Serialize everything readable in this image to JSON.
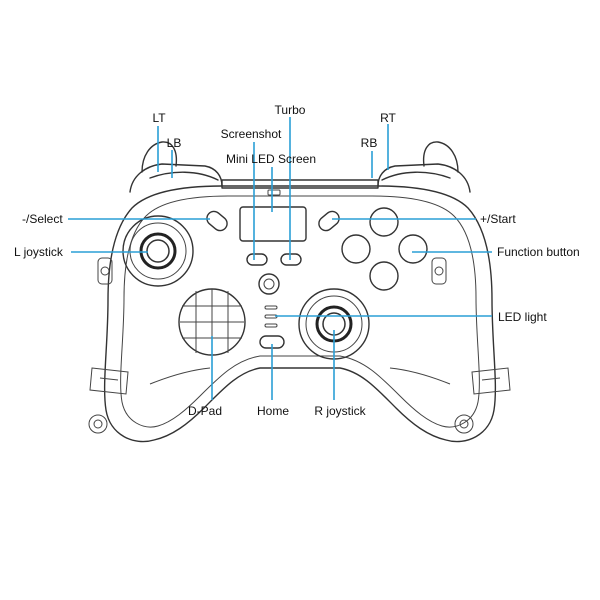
{
  "accent_color": "#2a9fd6",
  "labels": {
    "lt": "LT",
    "lb": "LB",
    "screenshot": "Screenshot",
    "turbo": "Turbo",
    "mini_led_screen": "Mini LED Screen",
    "rb": "RB",
    "rt": "RT",
    "select": "-/Select",
    "start": "+/Start",
    "l_joystick": "L joystick",
    "function_button": "Function button",
    "led_light": "LED light",
    "dpad": "D-Pad",
    "home": "Home",
    "r_joystick": "R joystick"
  }
}
